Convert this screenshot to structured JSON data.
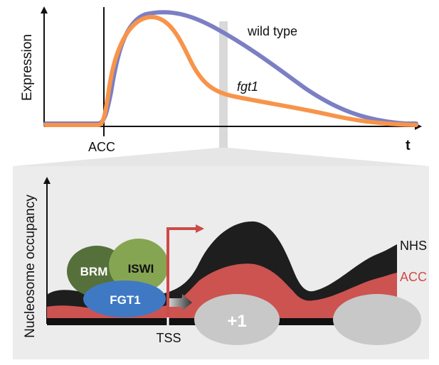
{
  "top_panel": {
    "ylabel": "Expression",
    "xlabel": "t",
    "treatment_marker": "ACC",
    "curves": [
      {
        "name": "wild type",
        "color": "#7b7fc4"
      },
      {
        "name": "fgt1",
        "color": "#f7944a"
      }
    ]
  },
  "bottom_panel": {
    "ylabel": "Nucleosome occupancy",
    "tss_label": "TSS",
    "nucleosome_label": "+1",
    "proteins": [
      {
        "name": "BRM",
        "color": "#55703a"
      },
      {
        "name": "ISWI",
        "color": "#86a552"
      },
      {
        "name": "FGT1",
        "color": "#3f79c4"
      }
    ],
    "conditions": [
      {
        "name": "NHS",
        "color": "#1e1e1e"
      },
      {
        "name": "ACC",
        "color": "#cc5350"
      }
    ]
  }
}
